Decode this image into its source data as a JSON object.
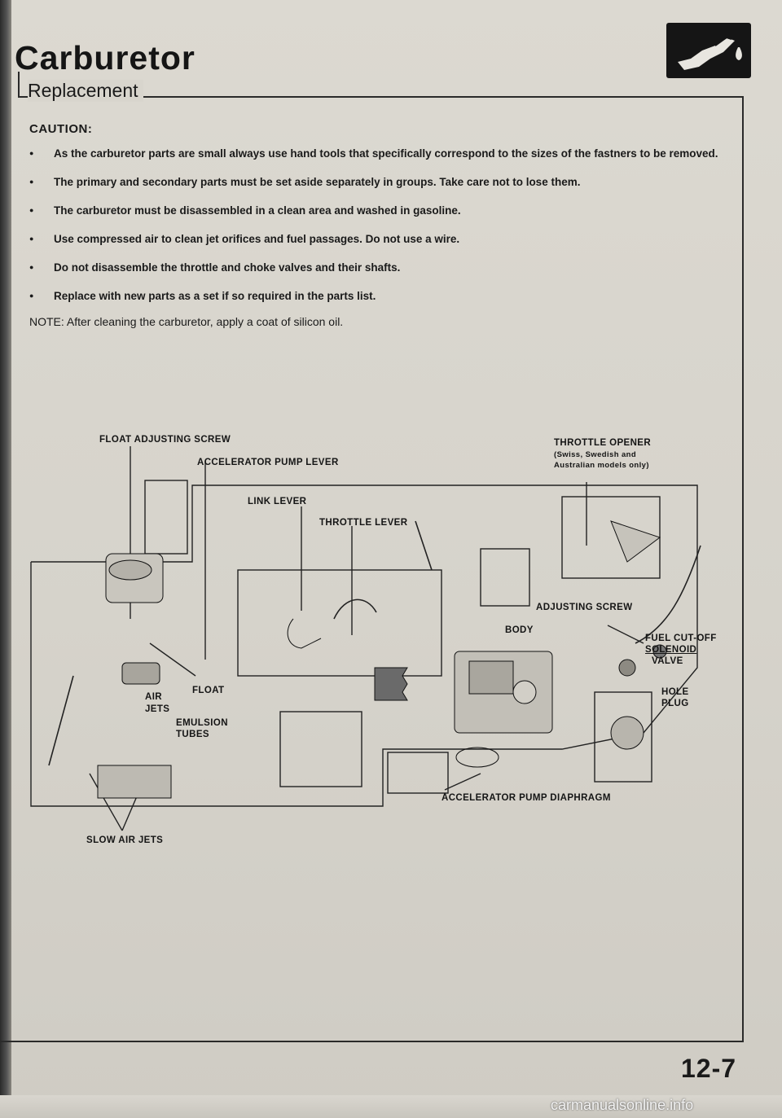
{
  "header": {
    "title": "Carburetor",
    "subtitle": "Replacement",
    "logo_icon": "fuel-nozzle-icon"
  },
  "caution": {
    "heading": "CAUTION:",
    "items": [
      "As the carburetor parts are small always use hand tools that specifically correspond to the sizes of the fastners to be removed.",
      "The primary and secondary parts must be set aside separately in groups. Take care not to lose them.",
      "The carburetor must be disassembled in a clean area and washed in gasoline.",
      "Use compressed air to clean jet orifices and fuel passages. Do not use a wire.",
      "Do not disassemble the throttle and choke valves and their shafts.",
      "Replace with new parts as a set if so required in the parts list."
    ],
    "note": "NOTE:  After cleaning the carburetor, apply a coat of silicon oil."
  },
  "diagram": {
    "labels": {
      "float_adjusting_screw": "FLOAT ADJUSTING SCREW",
      "accelerator_pump_lever": "ACCELERATOR PUMP LEVER",
      "link_lever": "LINK LEVER",
      "throttle_lever": "THROTTLE LEVER",
      "throttle_opener": "THROTTLE OPENER",
      "throttle_opener_note_1": "(Swiss, Swedish and",
      "throttle_opener_note_2": "Australian models only)",
      "adjusting_screw": "ADJUSTING SCREW",
      "body": "BODY",
      "fuel_cutoff_1": "FUEL CUT-OFF",
      "fuel_cutoff_2": "SOLENOID",
      "fuel_cutoff_3": "VALVE",
      "hole_plug_1": "HOLE",
      "hole_plug_2": "PLUG",
      "float": "FLOAT",
      "air_jets_1": "AIR",
      "air_jets_2": "JETS",
      "emulsion_tubes_1": "EMULSION",
      "emulsion_tubes_2": "TUBES",
      "accelerator_pump_diaphragm": "ACCELERATOR PUMP DIAPHRAGM",
      "slow_air_jets": "SLOW AIR JETS"
    }
  },
  "footer": {
    "page_number": "12-7",
    "watermark": "carmanualsonline.info"
  }
}
